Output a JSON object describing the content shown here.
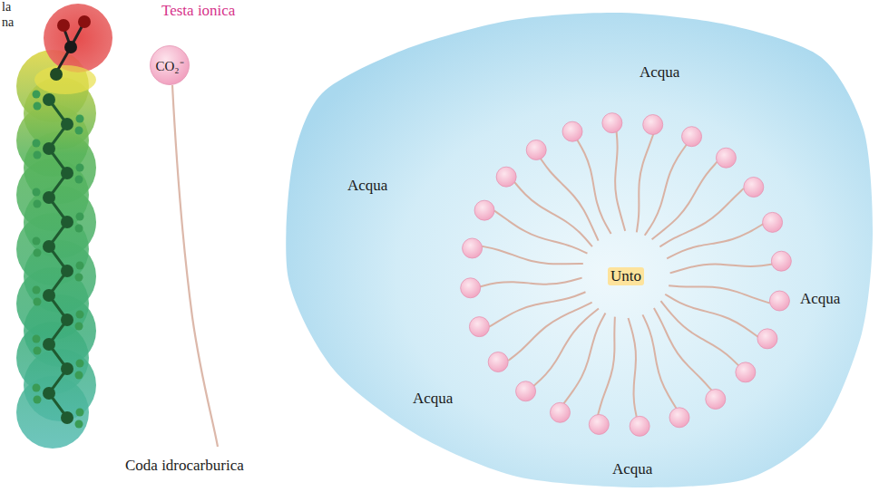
{
  "diagram": {
    "nodes": [
      {
        "text": [
          "Acqua",
          "Acqua",
          "Acqua",
          "Acqua",
          "Acqua"
        ]
      },
      {
        "text": [
          "Unto"
        ],
        "in": 0
      },
      {
        "text": [
          "CO₂⁻"
        ]
      }
    ],
    "labels": [
      "la",
      "na",
      "Testa ionica",
      "Coda idrocarburica"
    ]
  }
}
